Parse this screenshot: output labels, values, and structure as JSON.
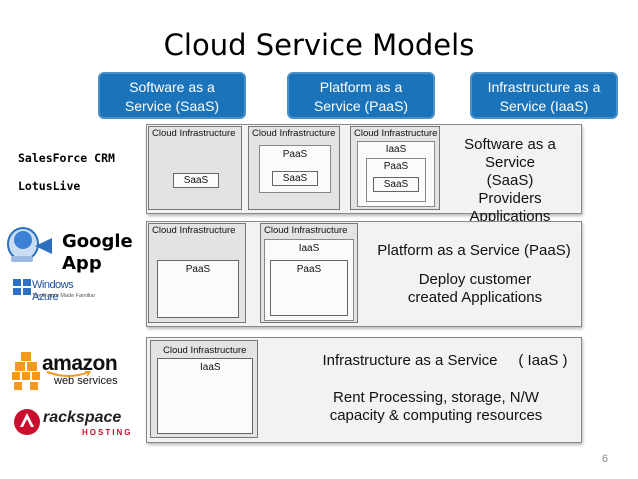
{
  "title": "Cloud Service Models",
  "models": [
    {
      "line1": "Software as a",
      "line2": "Service (SaaS)"
    },
    {
      "line1": "Platform as a",
      "line2": "Service (PaaS)"
    },
    {
      "line1": "Infrastructure as a",
      "line2": "Service (IaaS)"
    }
  ],
  "saas_panel": {
    "stacks": [
      {
        "title": "Cloud Infrastructure",
        "inner1": "SaaS"
      },
      {
        "title": "Cloud Infrastructure",
        "inner1": "PaaS",
        "inner2": "SaaS"
      },
      {
        "title": "Cloud Infrastructure",
        "inner1": "IaaS",
        "inner2": "PaaS",
        "inner3": "SaaS"
      }
    ],
    "desc": [
      "Software as a Service",
      "(SaaS)",
      "Providers",
      "Applications"
    ]
  },
  "paas_panel": {
    "stacks": [
      {
        "title": "Cloud Infrastructure",
        "inner1": "PaaS"
      },
      {
        "title": "Cloud Infrastructure",
        "inner1": "IaaS",
        "inner2": "PaaS"
      }
    ],
    "heading": "Platform as a Service (PaaS)",
    "desc": [
      "Deploy customer",
      "created Applications"
    ]
  },
  "iaas_panel": {
    "stacks": [
      {
        "title": "Cloud Infrastructure",
        "inner1": "IaaS"
      }
    ],
    "heading": "Infrastructure as a Service     ( IaaS )",
    "desc": [
      "Rent Processing, storage, N/W",
      "capacity &  computing resources"
    ]
  },
  "providers": {
    "salesforce": "SalesForce CRM",
    "lotuslive": "LotusLive",
    "google_line1": "Google",
    "google_line2": "App",
    "azure": "Windows Azure",
    "azure_tag": "The Future Made Familiar",
    "amazon": "amazon",
    "amazon_sub": "web services",
    "rackspace": "rackspace",
    "rackspace_sub": "HOSTING"
  },
  "slide_number": "6",
  "colors": {
    "model_box": "#1b73b9",
    "panel_bg": "#f2f2f2",
    "amazon_orange": "#f29a1d",
    "rackspace_red": "#c8102e"
  }
}
